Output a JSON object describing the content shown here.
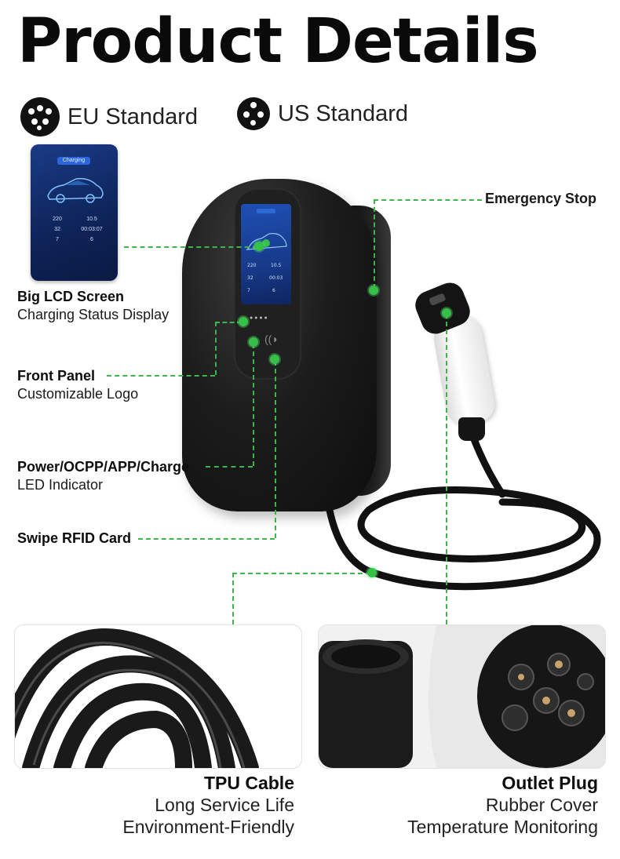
{
  "title": "Product Details",
  "standards": {
    "eu": {
      "label": "EU Standard",
      "icon": "eu-plug-icon"
    },
    "us": {
      "label": "US Standard",
      "icon": "us-plug-icon"
    }
  },
  "lcd_thumbnail": {
    "status": "Charging",
    "readings": [
      "220",
      "10.5",
      "32",
      "00:03:07",
      "7",
      "6"
    ]
  },
  "callouts": {
    "emergency_stop": "Emergency Stop",
    "lcd": {
      "title": "Big LCD Screen",
      "subtitle": "Charging Status Display"
    },
    "front_panel": {
      "title": "Front Panel",
      "subtitle": "Customizable Logo"
    },
    "led": {
      "title": "Power/OCPP/APP/Charge",
      "subtitle": "LED Indicator"
    },
    "rfid": {
      "title": "Swipe RFID Card"
    }
  },
  "features": {
    "cable": {
      "title": "TPU Cable",
      "lines": [
        "Long Service Life",
        "Environment-Friendly"
      ]
    },
    "plug": {
      "title": "Outlet Plug",
      "lines": [
        "Rubber Cover",
        "Temperature Monitoring"
      ]
    }
  },
  "colors": {
    "accent": "#3cb54a",
    "body": "#111111"
  }
}
